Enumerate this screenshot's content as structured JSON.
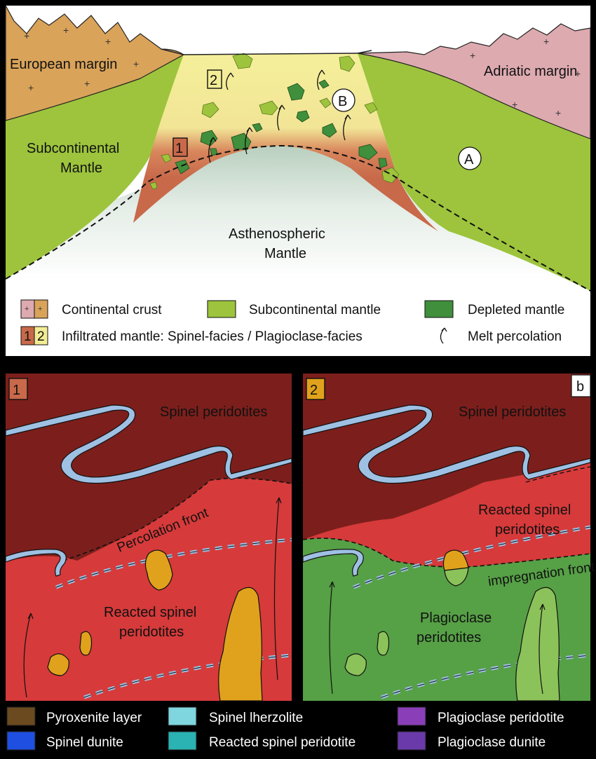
{
  "panel_a": {
    "european_margin": "European margin",
    "adriatic_margin": "Adriatic margin",
    "subcontinental_mantle_1": "Subcontinental",
    "subcontinental_mantle_2": "Mantle",
    "asthenospheric_1": "Asthenospheric",
    "asthenospheric_2": "Mantle",
    "marker_1": "1",
    "marker_2": "2",
    "circle_a": "A",
    "circle_b": "B",
    "legend": {
      "continental_crust": "Continental crust",
      "subcontinental_mantle": "Subcontinental mantle",
      "depleted_mantle": "Depleted mantle",
      "infiltrated_mantle": "Infiltrated mantle: Spinel-facies / Plagioclase-facies",
      "melt_percolation": "Melt percolation",
      "swatch_1": "1",
      "swatch_2": "2"
    }
  },
  "panel_b": {
    "corner_label": "b",
    "left": {
      "number": "1",
      "spinel_peridotites": "Spinel peridotites",
      "percolation_front": "Percolation front",
      "reacted_1": "Reacted spinel",
      "reacted_2": "peridotites"
    },
    "right": {
      "number": "2",
      "spinel_peridotites": "Spinel peridotites",
      "reacted_1": "Reacted spinel",
      "reacted_2": "peridotites",
      "impregnation_front": "impregnation  front",
      "plagioclase_1": "Plagioclase",
      "plagioclase_2": "peridotites"
    },
    "legend": [
      {
        "label": "Pyroxenite layer",
        "color": "#6b4a1f"
      },
      {
        "label": "Spinel lherzolite",
        "color": "#7fd6df"
      },
      {
        "label": "Plagioclase peridotite",
        "color": "#8a3fb8"
      },
      {
        "label": "Spinel dunite",
        "color": "#1f4fe0"
      },
      {
        "label": "Reacted spinel peridotite",
        "color": "#2bb3b3"
      },
      {
        "label": "Plagioclase dunite",
        "color": "#6a3aaa"
      }
    ]
  },
  "colors": {
    "crust_european": "#d9a35a",
    "crust_adriatic": "#ddaab0",
    "subcontinental_mantle": "#9dc43c",
    "depleted_mantle": "#3f8f3c",
    "infiltrated_spinel": "#c8694a",
    "infiltrated_plagioclase": "#f2ec95",
    "spinel_peridotite": "#7c1f1c",
    "reacted_spinel": "#d63a3a",
    "plagioclase_peridotite": "#56a046",
    "pyroxenite": "#e0a21d",
    "dunite_vein": "#9ec0e3"
  }
}
